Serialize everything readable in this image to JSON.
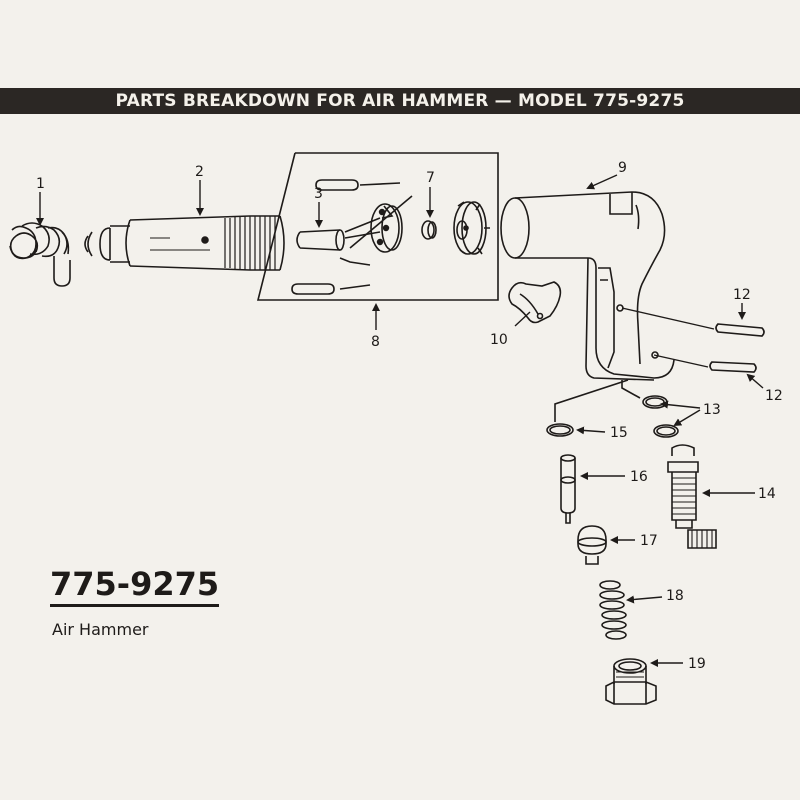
{
  "header": {
    "title": "PARTS BREAKDOWN FOR AIR HAMMER — MODEL 775-9275"
  },
  "product": {
    "model_number": "775-9275",
    "name": "Air Hammer"
  },
  "callouts": {
    "c1": "1",
    "c2": "2",
    "c3": "3",
    "c7": "7",
    "c8": "8",
    "c9": "9",
    "c10": "10",
    "c12a": "12",
    "c12b": "12",
    "c13": "13",
    "c14": "14",
    "c15": "15",
    "c16": "16",
    "c17": "17",
    "c18": "18",
    "c19": "19"
  },
  "colors": {
    "ink": "#1e1b19",
    "paper": "#f3f1ec",
    "banner": "#2b2724"
  }
}
